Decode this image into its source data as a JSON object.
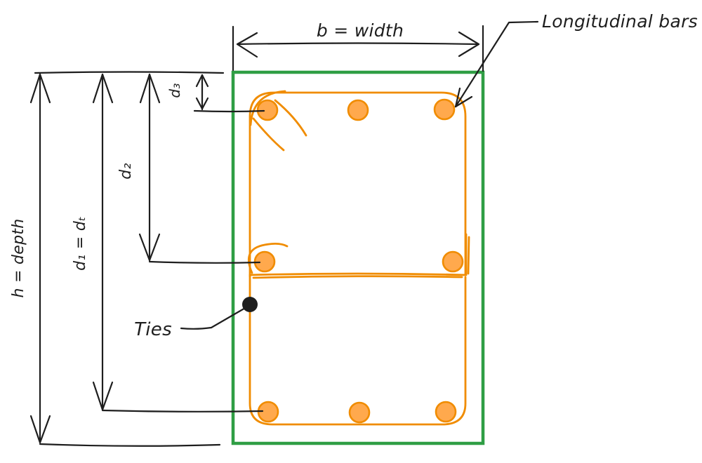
{
  "diagram": {
    "type": "beam-cross-section",
    "labels": {
      "width": "b = width",
      "depth": "h = depth",
      "d1": "d₁ = dₜ",
      "d2": "d₂",
      "d3": "d₃",
      "ties": "Ties",
      "longitudinal_bars": "Longitudinal bars"
    },
    "colors": {
      "concrete_outline": "#2f9e44",
      "rebar_stroke": "#f08c00",
      "rebar_fill": "#ffa94d",
      "ink": "#1e1e1e",
      "background": "#ffffff"
    }
  }
}
